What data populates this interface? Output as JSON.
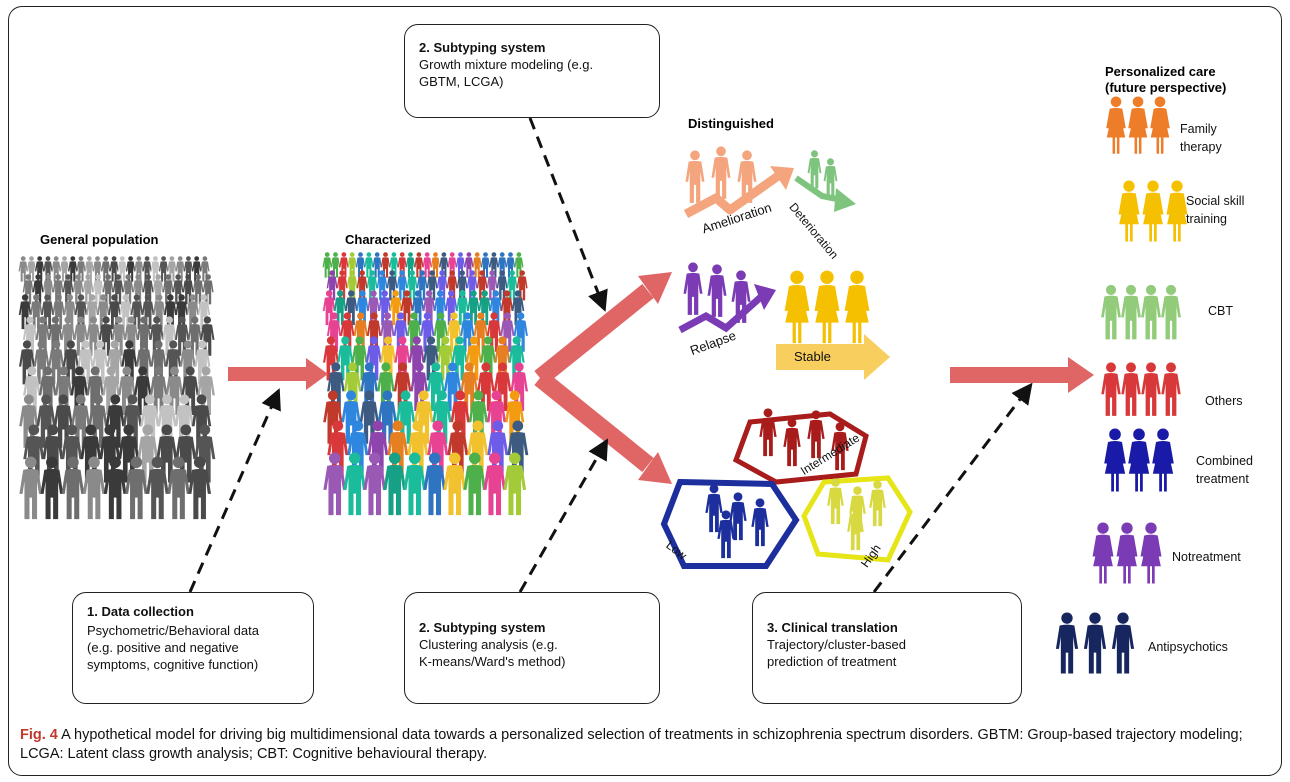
{
  "headings": {
    "general_population": "General population",
    "characterized": "Characterized",
    "distinguished": "Distinguished",
    "personalized_care_line1": "Personalized care",
    "personalized_care_line2": "(future perspective)"
  },
  "boxes": {
    "data_collection": {
      "title": "1. Data collection",
      "lines": [
        "Psychometric/Behavioral data",
        "(e.g. positive and negative",
        "symptoms, cognitive function)"
      ]
    },
    "subtyping_top": {
      "title": "2. Subtyping system",
      "lines": [
        "Growth mixture modeling  (e.g.",
        "GBTM, LCGA)"
      ]
    },
    "subtyping_bottom": {
      "title": "2. Subtyping system",
      "lines": [
        "Clustering analysis (e.g.",
        "K-means/Ward's method)"
      ]
    },
    "clinical_translation": {
      "title": "3. Clinical translation",
      "lines": [
        "Trajectory/cluster-based",
        "prediction of treatment"
      ]
    }
  },
  "trajectories": {
    "amelioration": "Amelioration",
    "deterioration": "Deterioration",
    "relapse": "Relapse",
    "stable": "Stable"
  },
  "clusters": {
    "intermediate": "Intermediate",
    "low": "Low",
    "high": "High"
  },
  "care": [
    {
      "line1": "Family",
      "line2": "therapy",
      "color": "#ee7d2a"
    },
    {
      "line1": "Social skill",
      "line2": "training",
      "color": "#f5c000"
    },
    {
      "line1": "CBT",
      "line2": "",
      "color": "#92cc7a"
    },
    {
      "line1": "Others",
      "line2": "",
      "color": "#d9383a"
    },
    {
      "line1": "Combined",
      "line2": "treatment",
      "color": "#1a1aa8"
    },
    {
      "line1": "Notreatment",
      "line2": "",
      "color": "#7a3bb5"
    },
    {
      "line1": "Antipsychotics",
      "line2": "",
      "color": "#17265e"
    }
  ],
  "colors": {
    "arrow": "#e06666",
    "amelioration": "#f4a57e",
    "deterioration": "#7ec47e",
    "relapse": "#7a3bb5",
    "stable": "#f5c000",
    "intermediate": "#a81c1c",
    "low": "#1c2f9c",
    "high": "#d8d840"
  },
  "caption": {
    "fig_label": "Fig. 4",
    "text": " A hypothetical model for driving big multidimensional data towards a personalized selection of treatments in schizophrenia spectrum disorders. GBTM: Group-based trajectory modeling; LCGA: Latent class growth analysis; CBT: Cognitive behavioural therapy."
  }
}
